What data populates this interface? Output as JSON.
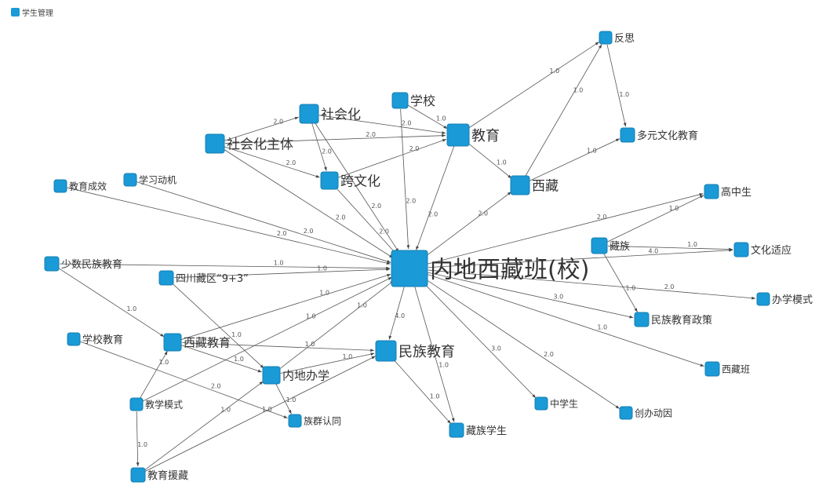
{
  "legend": {
    "label": "学生管理",
    "color": "#1a9ad6"
  },
  "nodes": [
    {
      "id": "fansi",
      "label": "反思"
    },
    {
      "id": "duoyuan",
      "label": "多元文化教育"
    },
    {
      "id": "xuexiao",
      "label": "学校"
    },
    {
      "id": "shehuihua",
      "label": "社会化"
    },
    {
      "id": "jiaoyu",
      "label": "教育"
    },
    {
      "id": "shzt",
      "label": "社会化主体"
    },
    {
      "id": "kuawenhua",
      "label": "跨文化"
    },
    {
      "id": "xizang",
      "label": "西藏"
    },
    {
      "id": "gaozhong",
      "label": "高中生"
    },
    {
      "id": "chengxiao",
      "label": "教育成效"
    },
    {
      "id": "dongji",
      "label": "学习动机"
    },
    {
      "id": "zangzu",
      "label": "藏族"
    },
    {
      "id": "shiying",
      "label": "文化适应"
    },
    {
      "id": "neidi",
      "label": "内地西藏班(校)"
    },
    {
      "id": "shaoshu",
      "label": "少数民族教育"
    },
    {
      "id": "sichuan",
      "label": "四川藏区“9+3”"
    },
    {
      "id": "banxue",
      "label": "办学模式"
    },
    {
      "id": "zhengce",
      "label": "民族教育政策"
    },
    {
      "id": "xxjy",
      "label": "学校教育"
    },
    {
      "id": "xzjy",
      "label": "西藏教育"
    },
    {
      "id": "mzjy",
      "label": "民族教育"
    },
    {
      "id": "xzb",
      "label": "西藏班"
    },
    {
      "id": "ndbx",
      "label": "内地办学"
    },
    {
      "id": "jxms",
      "label": "教学模式"
    },
    {
      "id": "zhongxue",
      "label": "中学生"
    },
    {
      "id": "dongyin",
      "label": "创办动因"
    },
    {
      "id": "rentong",
      "label": "族群认同"
    },
    {
      "id": "zzxs",
      "label": "藏族学生"
    },
    {
      "id": "yuanzang",
      "label": "教育援藏"
    }
  ],
  "edges": [
    {
      "s": "shzt",
      "t": "shehuihua",
      "w": "2.0"
    },
    {
      "s": "shzt",
      "t": "jiaoyu",
      "w": "2.0"
    },
    {
      "s": "shzt",
      "t": "kuawenhua",
      "w": "2.0"
    },
    {
      "s": "shzt",
      "t": "neidi",
      "w": "2.0"
    },
    {
      "s": "shehuihua",
      "t": "jiaoyu",
      "w": "2.0"
    },
    {
      "s": "shehuihua",
      "t": "kuawenhua",
      "w": "2.0"
    },
    {
      "s": "shehuihua",
      "t": "neidi",
      "w": "2.0"
    },
    {
      "s": "xuexiao",
      "t": "jiaoyu",
      "w": "1.0"
    },
    {
      "s": "xuexiao",
      "t": "neidi",
      "w": "2.0"
    },
    {
      "s": "kuawenhua",
      "t": "jiaoyu",
      "w": "2.0"
    },
    {
      "s": "kuawenhua",
      "t": "neidi",
      "w": "2.0"
    },
    {
      "s": "jiaoyu",
      "t": "neidi",
      "w": "2.0"
    },
    {
      "s": "jiaoyu",
      "t": "xizang",
      "w": "1.0"
    },
    {
      "s": "jiaoyu",
      "t": "fansi",
      "w": "1.0"
    },
    {
      "s": "xizang",
      "t": "fansi",
      "w": "1.0"
    },
    {
      "s": "fansi",
      "t": "duoyuan",
      "w": "1.0"
    },
    {
      "s": "xizang",
      "t": "duoyuan",
      "w": "1.0"
    },
    {
      "s": "neidi",
      "t": "xizang",
      "w": "2.0"
    },
    {
      "s": "neidi",
      "t": "gaozhong",
      "w": "2.0"
    },
    {
      "s": "zangzu",
      "t": "gaozhong",
      "w": "1.0"
    },
    {
      "s": "zangzu",
      "t": "shiying",
      "w": "1.0"
    },
    {
      "s": "neidi",
      "t": "shiying",
      "w": "4.0"
    },
    {
      "s": "zangzu",
      "t": "zhengce",
      "w": "1.0"
    },
    {
      "s": "neidi",
      "t": "zhengce",
      "w": "3.0"
    },
    {
      "s": "neidi",
      "t": "banxue",
      "w": "2.0"
    },
    {
      "s": "neidi",
      "t": "xzb",
      "w": "1.0"
    },
    {
      "s": "neidi",
      "t": "zhongxue",
      "w": "3.0"
    },
    {
      "s": "neidi",
      "t": "dongyin",
      "w": "2.0"
    },
    {
      "s": "neidi",
      "t": "mzjy",
      "w": "4.0"
    },
    {
      "s": "mzjy",
      "t": "zzxs",
      "w": "1.0"
    },
    {
      "s": "neidi",
      "t": "zzxs",
      "w": "1.0"
    },
    {
      "s": "chengxiao",
      "t": "neidi",
      "w": "2.0"
    },
    {
      "s": "dongji",
      "t": "neidi",
      "w": "2.0"
    },
    {
      "s": "shaoshu",
      "t": "neidi",
      "w": "1.0"
    },
    {
      "s": "shaoshu",
      "t": "xzjy",
      "w": "1.0"
    },
    {
      "s": "sichuan",
      "t": "neidi",
      "w": "1.0"
    },
    {
      "s": "sichuan",
      "t": "ndbx",
      "w": "1.0"
    },
    {
      "s": "xxjy",
      "t": "rentong",
      "w": "2.0"
    },
    {
      "s": "xzjy",
      "t": "neidi",
      "w": "1.0"
    },
    {
      "s": "xzjy",
      "t": "mzjy",
      "w": "1.0"
    },
    {
      "s": "xzjy",
      "t": "ndbx",
      "w": "1.0"
    },
    {
      "s": "ndbx",
      "t": "neidi",
      "w": "1.0"
    },
    {
      "s": "ndbx",
      "t": "mzjy",
      "w": "1.0"
    },
    {
      "s": "ndbx",
      "t": "rentong",
      "w": "1.0"
    },
    {
      "s": "jxms",
      "t": "xzjy",
      "w": "1.0"
    },
    {
      "s": "jxms",
      "t": "yuanzang",
      "w": "1.0"
    },
    {
      "s": "yuanzang",
      "t": "ndbx",
      "w": "1.0"
    },
    {
      "s": "yuanzang",
      "t": "mzjy",
      "w": "1.0"
    },
    {
      "s": "jxms",
      "t": "neidi",
      "w": "1.0"
    }
  ]
}
